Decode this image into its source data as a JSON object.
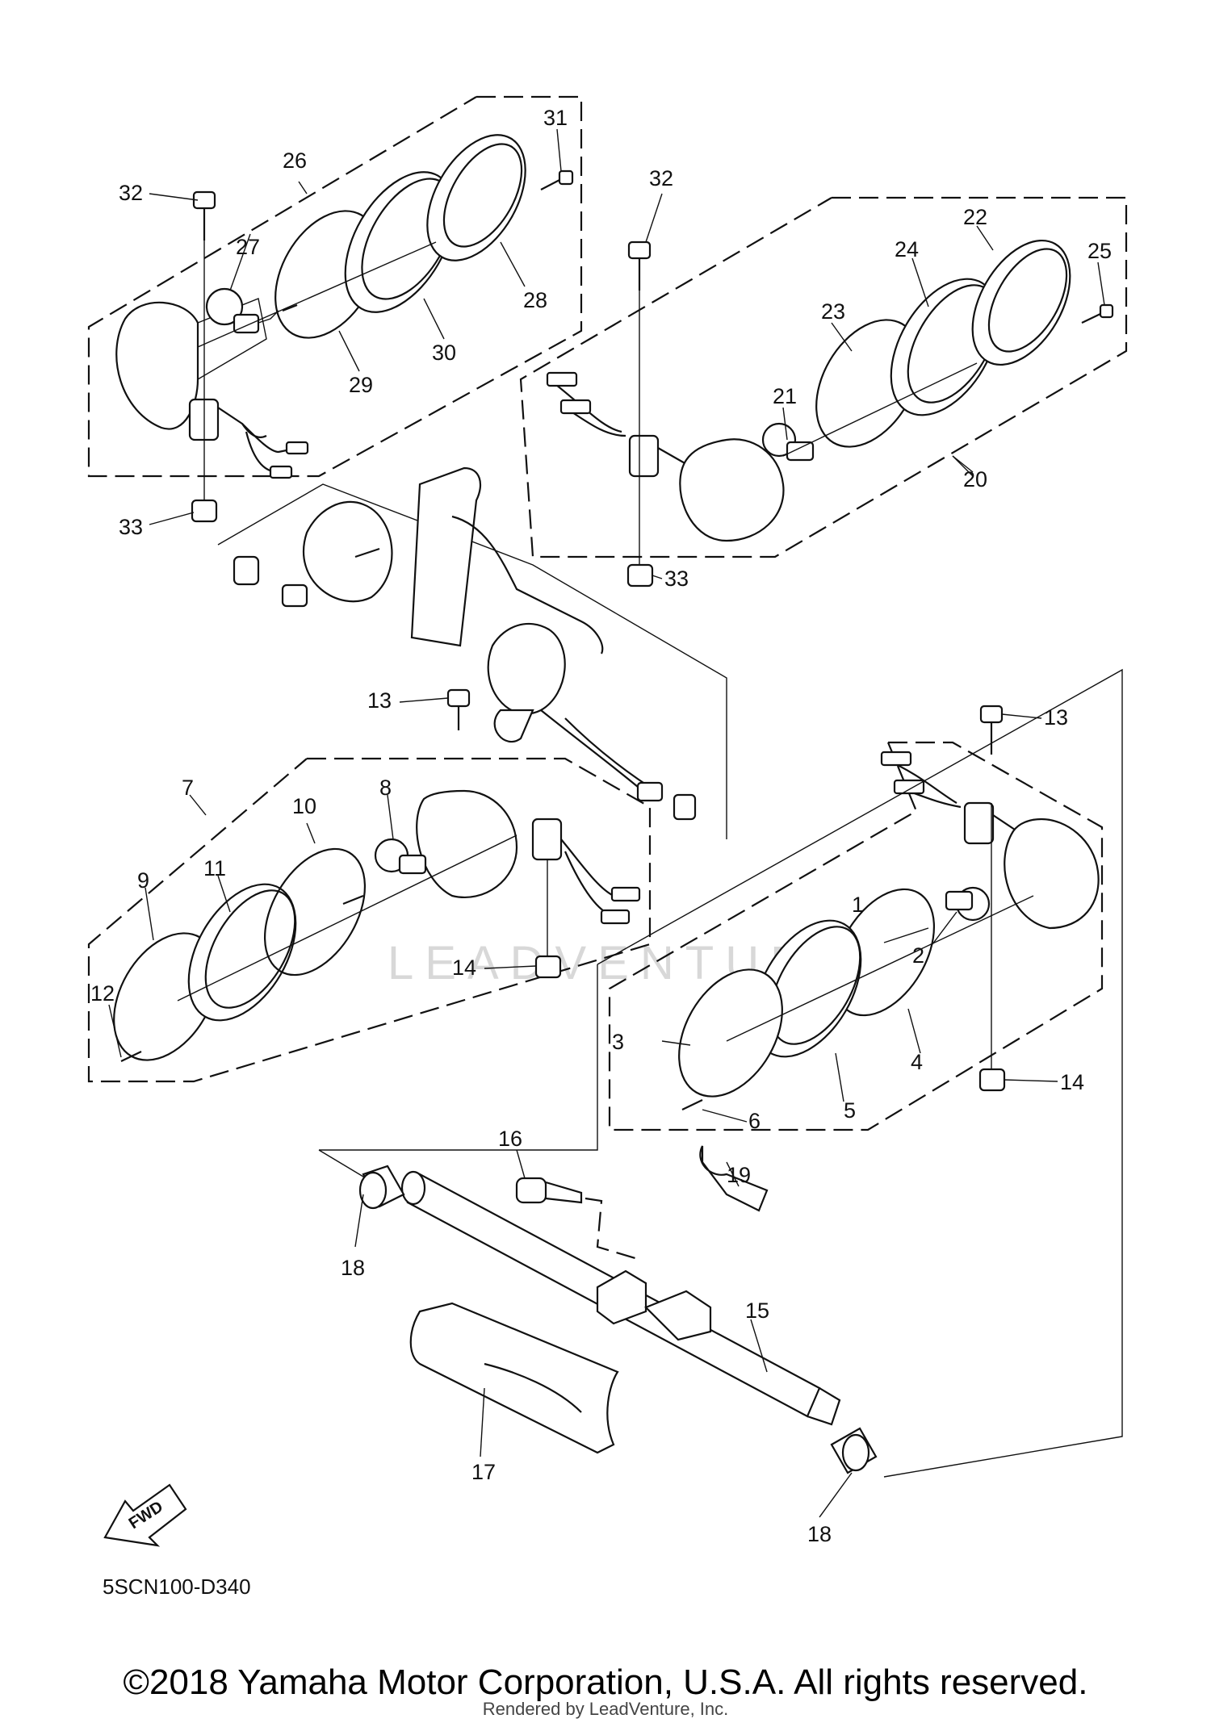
{
  "diagram": {
    "drawing_code": "5SCN100-D340",
    "fwd_label": "FWD",
    "watermark": "LEADVENTURE",
    "callouts": [
      {
        "id": "c1",
        "label": "1"
      },
      {
        "id": "c2",
        "label": "2"
      },
      {
        "id": "c3",
        "label": "3"
      },
      {
        "id": "c4",
        "label": "4"
      },
      {
        "id": "c5",
        "label": "5"
      },
      {
        "id": "c6",
        "label": "6"
      },
      {
        "id": "c7",
        "label": "7"
      },
      {
        "id": "c8",
        "label": "8"
      },
      {
        "id": "c9",
        "label": "9"
      },
      {
        "id": "c10",
        "label": "10"
      },
      {
        "id": "c11",
        "label": "11"
      },
      {
        "id": "c12",
        "label": "12"
      },
      {
        "id": "c13a",
        "label": "13"
      },
      {
        "id": "c13b",
        "label": "13"
      },
      {
        "id": "c14a",
        "label": "14"
      },
      {
        "id": "c14b",
        "label": "14"
      },
      {
        "id": "c15",
        "label": "15"
      },
      {
        "id": "c16",
        "label": "16"
      },
      {
        "id": "c17",
        "label": "17"
      },
      {
        "id": "c18a",
        "label": "18"
      },
      {
        "id": "c18b",
        "label": "18"
      },
      {
        "id": "c19",
        "label": "19"
      },
      {
        "id": "c20",
        "label": "20"
      },
      {
        "id": "c21",
        "label": "21"
      },
      {
        "id": "c22",
        "label": "22"
      },
      {
        "id": "c23",
        "label": "23"
      },
      {
        "id": "c24",
        "label": "24"
      },
      {
        "id": "c25",
        "label": "25"
      },
      {
        "id": "c26",
        "label": "26"
      },
      {
        "id": "c27",
        "label": "27"
      },
      {
        "id": "c28",
        "label": "28"
      },
      {
        "id": "c29",
        "label": "29"
      },
      {
        "id": "c30",
        "label": "30"
      },
      {
        "id": "c31",
        "label": "31"
      },
      {
        "id": "c32a",
        "label": "32"
      },
      {
        "id": "c32b",
        "label": "32"
      },
      {
        "id": "c33a",
        "label": "33"
      },
      {
        "id": "c33b",
        "label": "33"
      }
    ]
  },
  "footer": {
    "copyright": "©2018 Yamaha Motor Corporation, U.S.A. All rights reserved.",
    "rendered_by": "Rendered by LeadVenture, Inc."
  }
}
